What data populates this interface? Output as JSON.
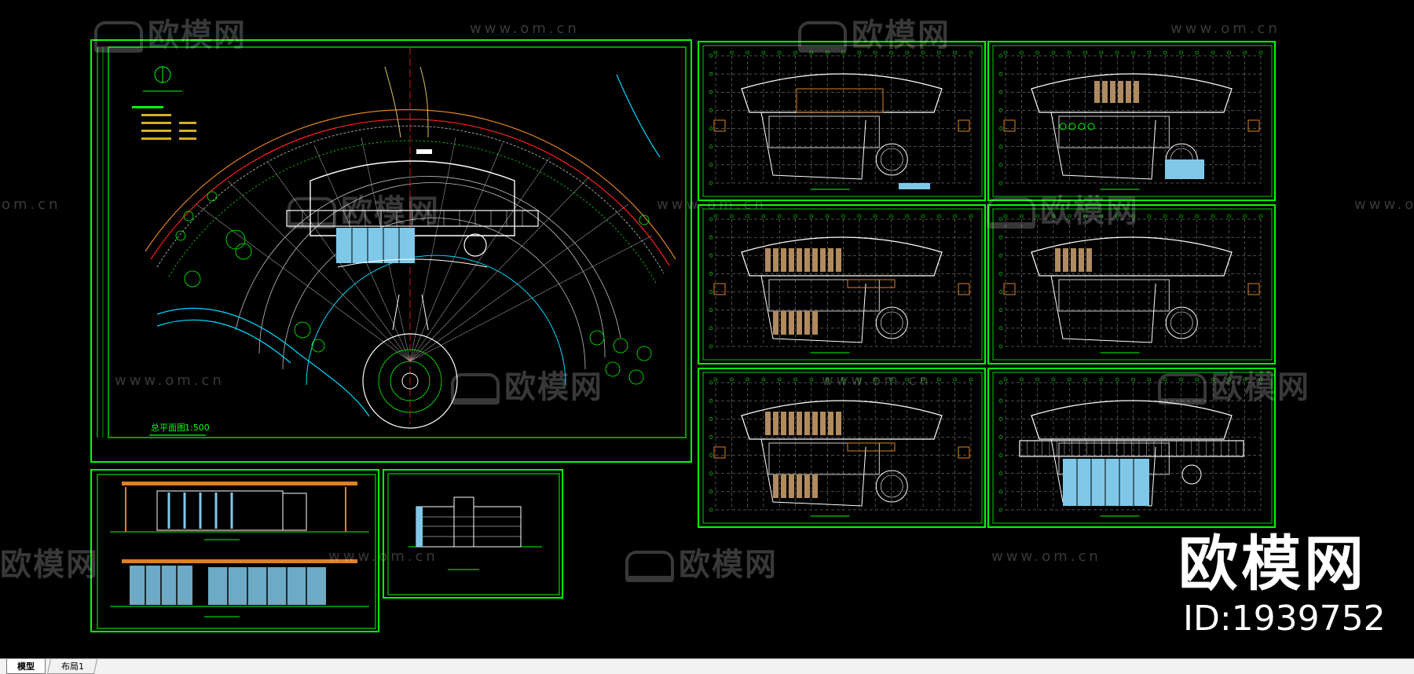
{
  "watermark": {
    "logo_text": "欧模网",
    "url_text": "www.om.cn",
    "url_fragment": "om.cn"
  },
  "brand": {
    "name": "欧模网",
    "id_text": "ID:1939752"
  },
  "sheet_labels": {
    "site_plan_title": "总平面图",
    "site_plan_scale": "1:500"
  },
  "tabs": [
    {
      "label": "模型",
      "active": true
    },
    {
      "label": "布局1",
      "active": false
    }
  ],
  "colors": {
    "frame": "#00ff00",
    "cyan": "#00d8ff",
    "red": "#ff2020",
    "orange": "#e08020",
    "white": "#ffffff",
    "glass": "#7fc8e8",
    "grid": "#c8c8c8"
  }
}
